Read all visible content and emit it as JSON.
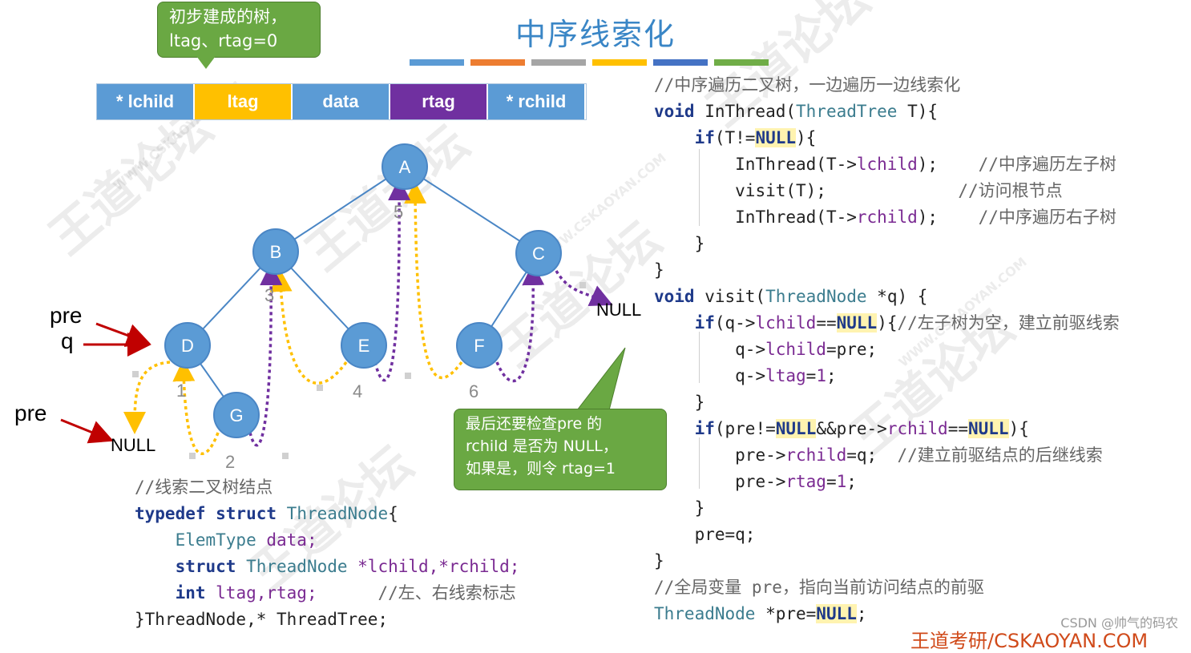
{
  "title": "中序线索化",
  "title_bar_colors": [
    "#5b9bd5",
    "#ed7d31",
    "#a5a5a5",
    "#ffc000",
    "#4472c4",
    "#70ad47"
  ],
  "callout_top": {
    "line1": "初步建成的树，",
    "line2": "ltag、rtag=0"
  },
  "fields": [
    {
      "label": "* lchild",
      "color": "#5b9bd5"
    },
    {
      "label": "ltag",
      "color": "#ffc000"
    },
    {
      "label": "data",
      "color": "#5b9bd5"
    },
    {
      "label": "rtag",
      "color": "#7030a0"
    },
    {
      "label": "* rchild",
      "color": "#5b9bd5"
    }
  ],
  "tree": {
    "nodes": [
      "A",
      "B",
      "C",
      "D",
      "E",
      "F",
      "G"
    ],
    "visit_order": [
      "1",
      "2",
      "3",
      "4",
      "5",
      "6"
    ],
    "null_right": "NULL",
    "null_left": "NULL",
    "colors": {
      "node": "#5b9bd5",
      "edge": "#4a86c5",
      "pred_thread": "#ffc000",
      "succ_thread": "#7030a0",
      "pointer": "#c00000"
    }
  },
  "pointers": {
    "pre_top": "pre",
    "q": "q",
    "pre_bottom": "pre"
  },
  "callout_bottom": {
    "line1": "最后还要检查pre 的",
    "line2": "rchild 是否为 NULL，",
    "line3": "如果是，则令 rtag=1"
  },
  "code_left": {
    "comment": "//线索二叉树结点",
    "l1_kw": "typedef struct",
    "l1_ty": "ThreadNode",
    "l1_end": "{",
    "l2_ty": "ElemType",
    "l2_rest": " data;",
    "l3_kw": "struct",
    "l3_ty": " ThreadNode",
    "l3_rest": " *lchild,*rchild;",
    "l4_kw": "int",
    "l4_rest": " ltag,rtag;",
    "l4_cm": "//左、右线索标志",
    "l5": "}ThreadNode,* ThreadTree;"
  },
  "code_right": {
    "c1": "//中序遍历二叉树，一边遍历一边线索化",
    "c2_kw": "void",
    "c2_fn": " InThread(",
    "c2_ty": "ThreadTree",
    "c2_end": " T){",
    "c3_kw": "if",
    "c3_a": "(T!=",
    "c3_null": "NULL",
    "c3_b": "){",
    "c4": "InThread(T->",
    "c4_f": "lchild",
    "c4_e": ");",
    "c4_cm": "//中序遍历左子树",
    "c5": "visit(T);",
    "c5_cm": "//访问根节点",
    "c6": "InThread(T->",
    "c6_f": "rchild",
    "c6_e": ");",
    "c6_cm": "//中序遍历右子树",
    "c7": "}",
    "c8": "}",
    "c9_kw": "void",
    "c9_fn": " visit(",
    "c9_ty": "ThreadNode",
    "c9_end": " *q) {",
    "c10_kw": "if",
    "c10_a": "(q->",
    "c10_f": "lchild",
    "c10_b": "==",
    "c10_null": "NULL",
    "c10_c": "){",
    "c10_cm": "//左子树为空，建立前驱线索",
    "c11_a": "q->",
    "c11_f": "lchild",
    "c11_b": "=pre;",
    "c12_a": "q->",
    "c12_f": "ltag",
    "c12_b": "=",
    "c12_n": "1",
    "c12_c": ";",
    "c13": "}",
    "c14_kw": "if",
    "c14_a": "(pre!=",
    "c14_null1": "NULL",
    "c14_b": "&&pre->",
    "c14_f": "rchild",
    "c14_c": "==",
    "c14_null2": "NULL",
    "c14_d": "){",
    "c15_a": "pre->",
    "c15_f": "rchild",
    "c15_b": "=q;",
    "c15_cm": "//建立前驱结点的后继线索",
    "c16_a": "pre->",
    "c16_f": "rtag",
    "c16_b": "=",
    "c16_n": "1",
    "c16_c": ";",
    "c17": "}",
    "c18": "pre=q;",
    "c19": "}",
    "c20": "//全局变量 pre，指向当前访问结点的前驱",
    "c21_ty": "ThreadNode",
    "c21_a": " *pre=",
    "c21_null": "NULL",
    "c21_b": ";"
  },
  "footer": {
    "csdn": "CSDN @帅气的码农",
    "brand": "王道考研/CSKAOYAN.COM"
  },
  "watermarks": {
    "cn": "王道论坛",
    "en": "WWW.CSKAOYAN.COM"
  }
}
